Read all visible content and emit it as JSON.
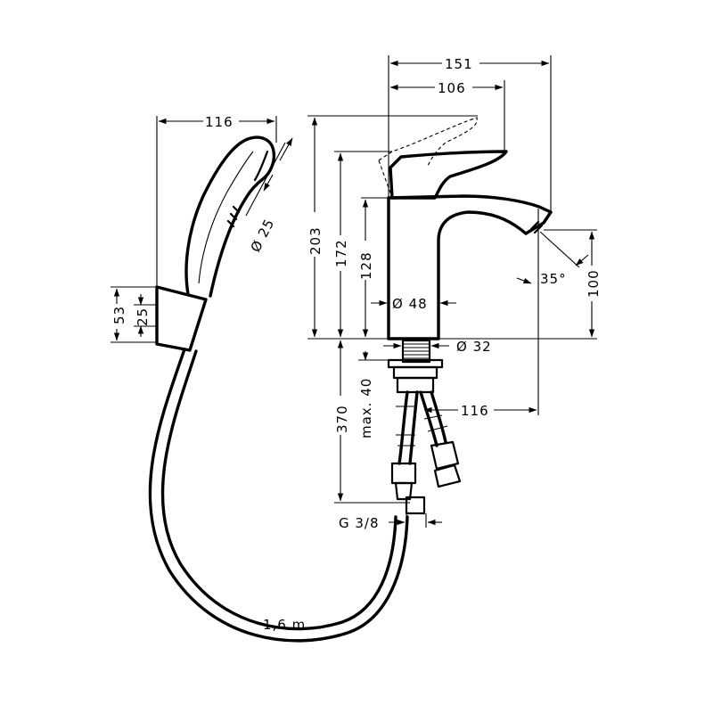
{
  "dimensions": {
    "handshower_width": "116",
    "handshower_nozzle": "Ø 25",
    "holder_height": "53",
    "holder_inner": "25",
    "total_width": "151",
    "spout_reach": "106",
    "max_height": "203",
    "lever_height": "172",
    "spout_height": "128",
    "body_diameter": "Ø 48",
    "shank_diameter": "Ø 32",
    "spout_clearance": "100",
    "spout_angle": "35°",
    "hose_to_spout": "116",
    "mount_thickness": "max. 40",
    "supply_length": "370",
    "connection_thread": "G 3/8",
    "hose_length": "1,6 m"
  }
}
